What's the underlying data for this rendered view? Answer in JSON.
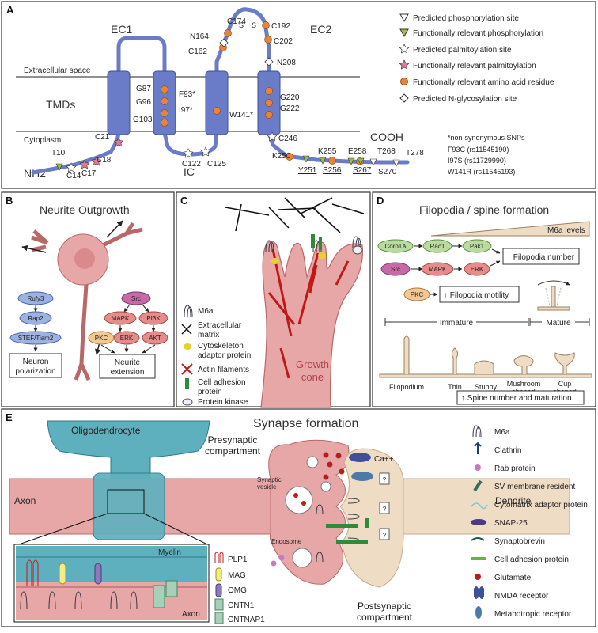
{
  "panelA": {
    "letter": "A",
    "ec1": "EC1",
    "ec2": "EC2",
    "tmds": "TMDs",
    "ic": "IC",
    "nh2": "NH2",
    "cooh": "COOH",
    "extracellular": "Extracellular space",
    "cytoplasm": "Cytoplasm",
    "residues": {
      "c174": "C174",
      "c192": "C192",
      "c202": "C202",
      "n164": "N164",
      "c162": "C162",
      "n208": "N208",
      "g87": "G87",
      "f93": "F93*",
      "g96": "G96",
      "i97": "I97*",
      "g103": "G103",
      "w141": "W141*",
      "g220": "G220",
      "g222": "G222",
      "c21": "C21",
      "t10": "T10",
      "c14": "C14",
      "c17": "C17",
      "c18": "C18",
      "c122": "C122",
      "c125": "C125",
      "c246": "C246",
      "k250": "K250",
      "y251": "Y251",
      "k255": "K255",
      "s256": "S256",
      "e258": "E258",
      "t268": "T268",
      "s267": "S267",
      "s270": "S270",
      "t278": "T278",
      "s1": "S",
      "s2": "S"
    },
    "legend": [
      {
        "label": "Predicted phosphorylation site",
        "icon": "white-triangle"
      },
      {
        "label": "Functionally relevant phosphorylation",
        "icon": "green-triangle"
      },
      {
        "label": "Predicted palmitoylation site",
        "icon": "white-star"
      },
      {
        "label": "Functionally relevant palmitoylation",
        "icon": "pink-star"
      },
      {
        "label": "Functionally relevant amino acid residue",
        "icon": "orange-circle"
      },
      {
        "label": "Predicted N-glycosylation site",
        "icon": "white-diamond"
      }
    ],
    "snps": [
      "*non-synonymous SNPs",
      "F93C (rs11545190)",
      "I97S (rs11729990)",
      "W141R (rs11545193)"
    ]
  },
  "panelB": {
    "letter": "B",
    "title": "Neurite Outgrowth",
    "left_chain": [
      "Rufy3",
      "Rap2",
      "STEF/Tiam2"
    ],
    "left_box": [
      "Neuron",
      "polarization"
    ],
    "right": {
      "src": "Src",
      "mapk": "MAPK",
      "pi3k": "PI3K",
      "pkc": "PKC",
      "erk": "ERK",
      "akt": "AKT"
    },
    "right_box": [
      "Neurite",
      "extension"
    ]
  },
  "panelC": {
    "letter": "C",
    "growth_cone": [
      "Growth",
      "cone"
    ],
    "legend": [
      {
        "label": [
          "M6a"
        ],
        "icon": "m6a-icon"
      },
      {
        "label": [
          "Extracellular",
          "matrix"
        ],
        "icon": "ecm-icon"
      },
      {
        "label": [
          "Cytoskeleton",
          "adaptor protein"
        ],
        "icon": "adaptor-icon"
      },
      {
        "label": [
          "Actin filaments"
        ],
        "icon": "actin-icon"
      },
      {
        "label": [
          "Cell adhesion",
          "protein"
        ],
        "icon": "adhesion-icon"
      },
      {
        "label": [
          "Protein kinase"
        ],
        "icon": "kinase-icon"
      }
    ]
  },
  "panelD": {
    "letter": "D",
    "title": "Filopodia / spine formation",
    "m6a_levels": "M6a levels",
    "row1": [
      "Coro1A",
      "Rac1",
      "Pak1"
    ],
    "row2": [
      "Src",
      "MAPK",
      "ERK"
    ],
    "pkc": "PKC",
    "filopodia_number": "↑ Filopodia number",
    "filopodia_motility": "↑ Filopodia motility",
    "immature": "Immature",
    "mature": "Mature",
    "shapes": [
      "Filopodium",
      "Thin",
      "Stubby",
      "Mushroom",
      "shaped",
      "Cup",
      "shaped"
    ],
    "spine_box": "↑ Spine number and maturation"
  },
  "panelE": {
    "letter": "E",
    "title": "Synapse formation",
    "oligodendrocyte": "Oligodendrocyte",
    "axon": "Axon",
    "dendrite": "Dendrite",
    "presynaptic": [
      "Presynaptic",
      "compartment"
    ],
    "postsynaptic": [
      "Postsynaptic",
      "compartment"
    ],
    "synaptic_vesicle": [
      "Synaptic",
      "vesicle"
    ],
    "endosome": "Endosome",
    "ca": "Ca++",
    "q": "?",
    "myelin": "Myelin",
    "axon_inset": "Axon",
    "myelin_legend": [
      "PLP1",
      "MAG",
      "OMG",
      "CNTN1",
      "CNTNAP1"
    ],
    "legend": [
      "M6a",
      "Clathrin",
      "Rab protein",
      "SV membrane resident",
      "Cytomatrix adaptor protein",
      "SNAP-25",
      "Synaptobrevin",
      "Cell adhesion protein",
      "Glutamate",
      "NMDA receptor",
      "Metabotropic receptor"
    ]
  },
  "colors": {
    "blue": "#6a7cc8",
    "orange": "#e8843a",
    "green": "#9bbf4a",
    "pink": "#e07a9a",
    "cell": "#e8a7a7",
    "teal": "#5fb0be",
    "beige": "#efdcc4",
    "red": "#c01818",
    "dark_green": "#2e8b3a"
  }
}
